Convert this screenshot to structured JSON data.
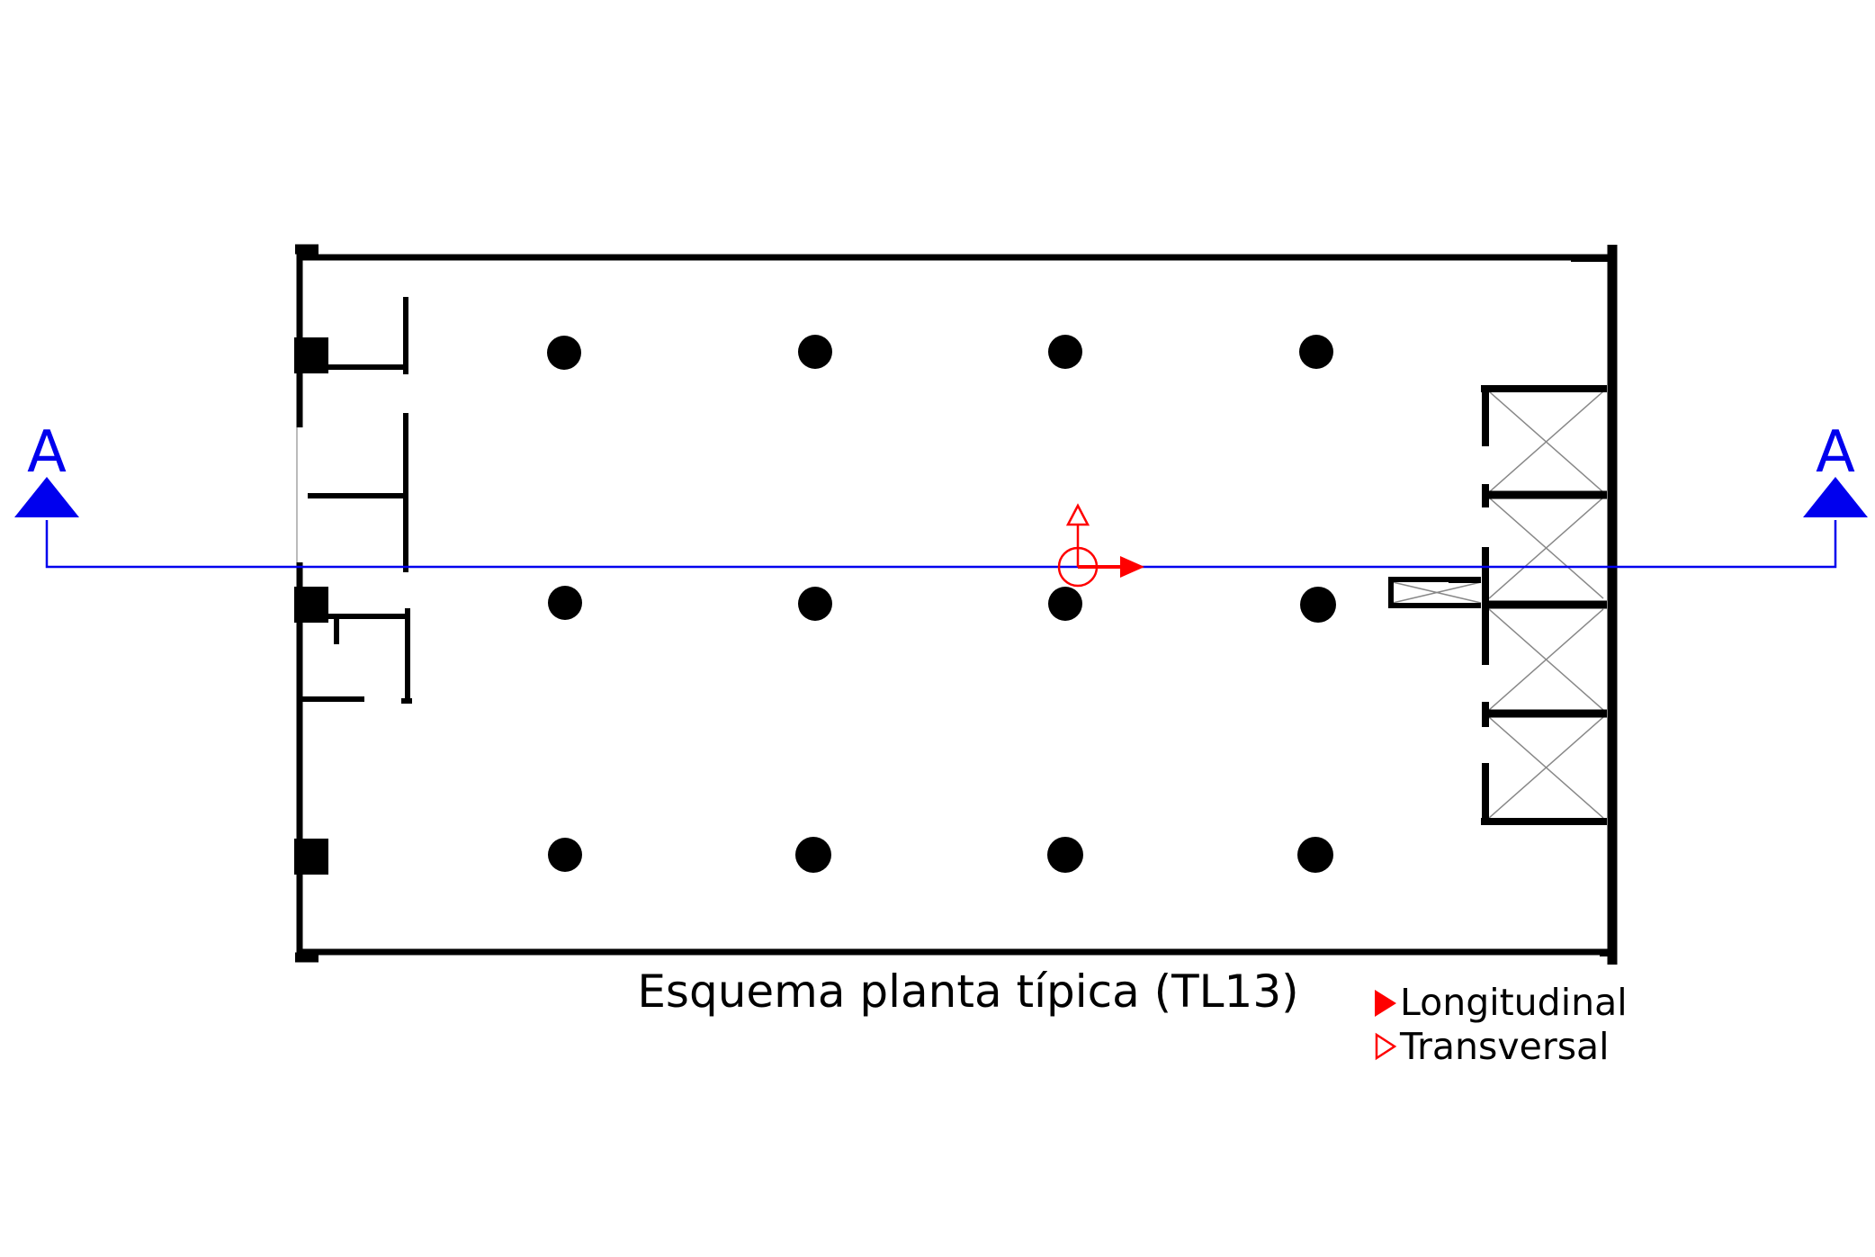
{
  "title": "Esquema planta típica (TL13)",
  "section": {
    "left_label": "A",
    "right_label": "A",
    "color": "#0000ee"
  },
  "legend": {
    "longitudinal": "Longitudinal",
    "transversal": "Transversal",
    "color": "#ff0000"
  },
  "colors": {
    "walls": "#000000",
    "elevator_cross": "#888888"
  },
  "icons": {
    "section_marker": "filled-triangle-arrow-icon",
    "longitudinal_axis": "filled-triangle-arrow-icon",
    "transversal_axis": "hollow-triangle-arrow-icon",
    "center_of_mass": "circle-crosshair-icon"
  }
}
